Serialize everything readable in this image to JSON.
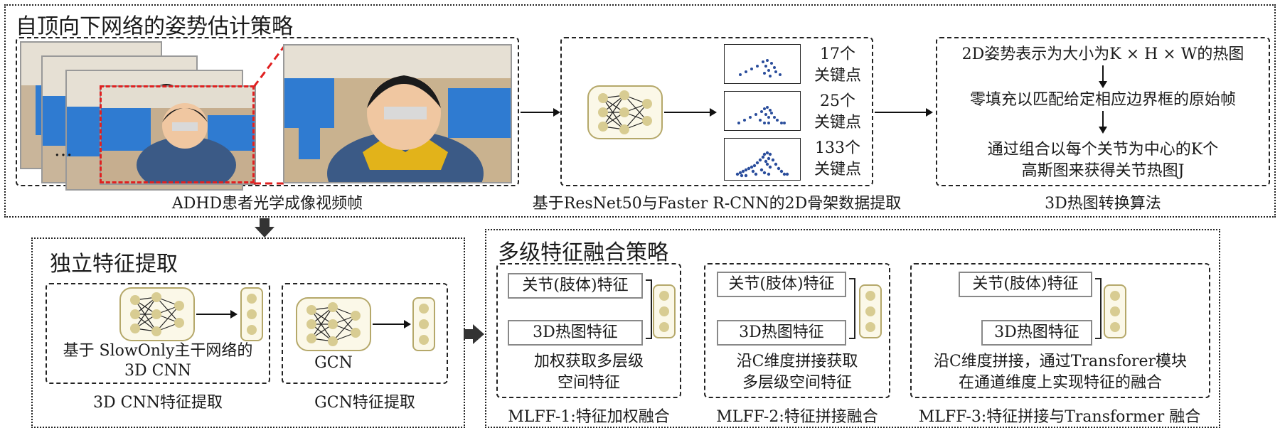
{
  "top_section": {
    "title": "自顶向下网络的姿势估计策略",
    "video_caption": "ADHD患者光学成像视频帧",
    "ellipsis": "…",
    "extract_caption": "基于ResNet50与Faster R-CNN的2D骨架数据提取",
    "keypoints": [
      {
        "count": "17个",
        "label": "关键点"
      },
      {
        "count": "25个",
        "label": "关键点"
      },
      {
        "count": "133个",
        "label": "关键点"
      }
    ],
    "heatmap": {
      "step1": "2D姿势表示为大小为K × H × W的热图",
      "step2": "零填充以匹配给定相应边界框的原始帧",
      "step3_line1": "通过组合以每个关节为中心的K个",
      "step3_line2": "高斯图来获得关节热图J",
      "caption": "3D热图转换算法"
    }
  },
  "independent": {
    "title": "独立特征提取",
    "cnn_text_line1": "基于 SlowOnly主干网络的",
    "cnn_text_line2": "3D CNN",
    "cnn_caption": "3D CNN特征提取",
    "gcn_text": "GCN",
    "gcn_caption": "GCN特征提取"
  },
  "fusion": {
    "title": "多级特征融合策略",
    "modules": [
      {
        "feat1": "关节(肢体)特征",
        "feat2": "3D热图特征",
        "desc1": "加权获取多层级",
        "desc2": "空间特征",
        "caption": "MLFF-1:特征加权融合"
      },
      {
        "feat1": "关节(肢体)特征",
        "feat2": "3D热图特征",
        "desc1": "沿C维度拼接获取",
        "desc2": "多层级空间特征",
        "caption": "MLFF-2:特征拼接融合"
      },
      {
        "feat1": "关节(肢体)特征",
        "feat2": "3D热图特征",
        "desc1": "沿C维度拼接，通过Transforer模块",
        "desc2": "在通道维度上实现特征的融合",
        "caption": "MLFF-3:特征拼接与Transformer 融合"
      }
    ]
  },
  "colors": {
    "network": "#b5a86a",
    "network_fill": "#fbf8e8",
    "node": "#d8cc92",
    "highlight": "#e02020",
    "keypoint": "#2a4d9c"
  }
}
